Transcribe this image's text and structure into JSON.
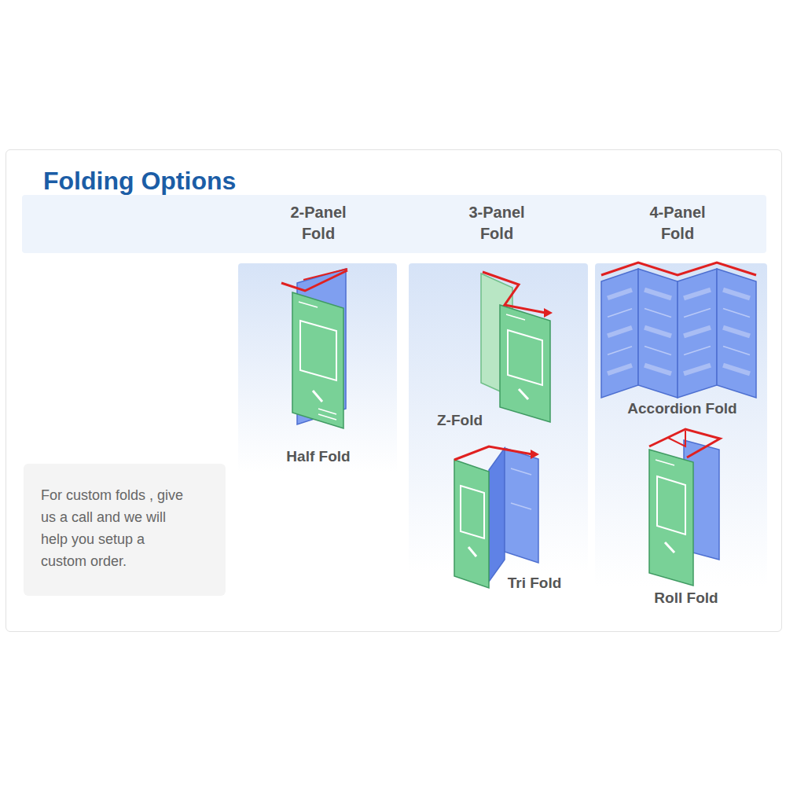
{
  "diagram": {
    "title": "Folding Options",
    "nodes": [
      {
        "text": [
          "2-Panel Fold",
          "3-Panel Fold",
          "4-Panel Fold"
        ]
      },
      {
        "text": [
          "Half Fold"
        ]
      },
      {
        "text": [
          "Z-Fold",
          "Tri Fold"
        ]
      },
      {
        "text": [
          "Accordion Fold",
          "Roll Fold"
        ]
      },
      {
        "text": [
          "For custom folds , give us a call and we will help you setup a custom order."
        ]
      }
    ]
  }
}
